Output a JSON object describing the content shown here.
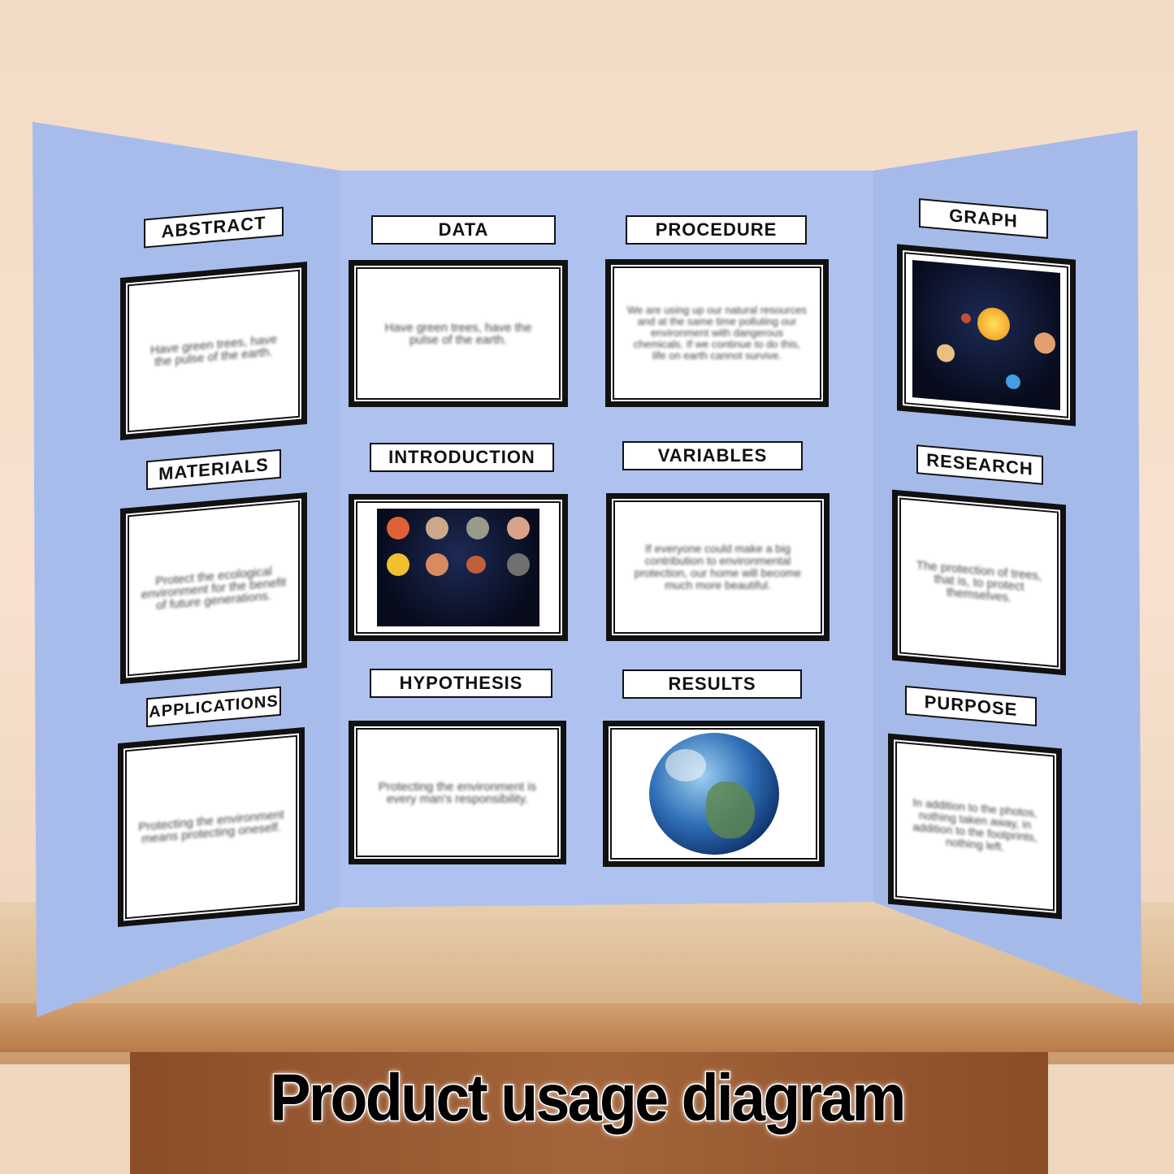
{
  "board": {
    "left": [
      {
        "label": "ABSTRACT",
        "text": "Have green trees, have the pulse of the earth."
      },
      {
        "label": "MATERIALS",
        "text": "Protect the ecological environment for the benefit of future generations."
      },
      {
        "label": "APPLICATIONS",
        "text": "Protecting the environment means protecting oneself."
      }
    ],
    "center_left": [
      {
        "label": "DATA",
        "text": "Have green trees, have the pulse of the earth."
      },
      {
        "label": "INTRODUCTION",
        "image": "planets-chart"
      },
      {
        "label": "HYPOTHESIS",
        "text": "Protecting the environment is every man's responsibility."
      }
    ],
    "center_right": [
      {
        "label": "PROCEDURE",
        "text": "We are using up our natural resources and at the same time polluting our environment with dangerous chemicals. If we continue to do this, life on earth cannot survive."
      },
      {
        "label": "VARIABLES",
        "text": "If everyone could make a big contribution to environmental protection, our home will become much more beautiful."
      },
      {
        "label": "RESULTS",
        "image": "earth"
      }
    ],
    "right": [
      {
        "label": "GRAPH",
        "image": "solar-system"
      },
      {
        "label": "RESEARCH",
        "text": "The protection of trees, that is, to protect themselves."
      },
      {
        "label": "PURPOSE",
        "text": "In addition to the photos, nothing taken away, in addition to the footprints, nothing left."
      }
    ]
  },
  "caption": "Product usage diagram",
  "colors": {
    "board": "#abbeee",
    "frame": "#111111",
    "wall": "#f3dcc6",
    "table": "#d9b48a"
  }
}
